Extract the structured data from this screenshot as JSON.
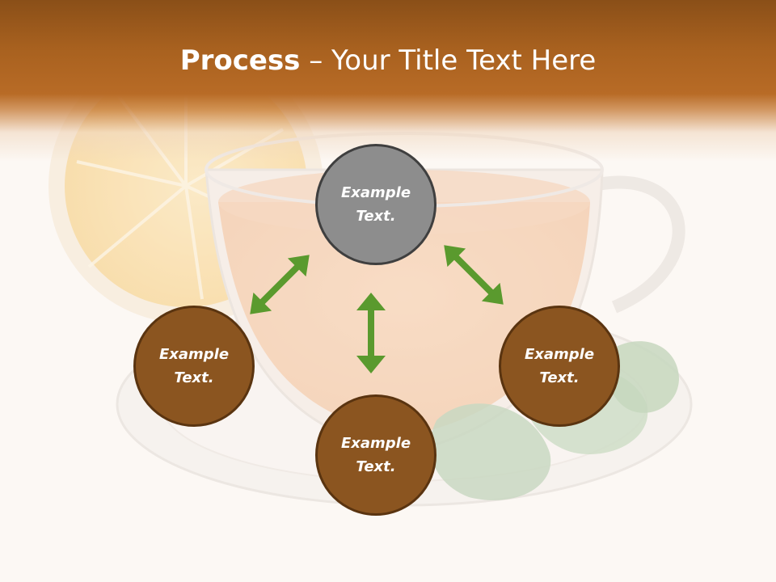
{
  "title": {
    "bold": "Process",
    "rest": " – Your Title Text Here"
  },
  "nodes": [
    {
      "id": "top",
      "label": "Example Text.",
      "color": "#8d8d8d"
    },
    {
      "id": "left",
      "label": "Example Text.",
      "color": "#8b5520"
    },
    {
      "id": "bottom",
      "label": "Example Text.",
      "color": "#8b5520"
    },
    {
      "id": "right",
      "label": "Example Text.",
      "color": "#8b5520"
    }
  ],
  "colors": {
    "header": "#a8611f",
    "arrow": "#5a9a2e",
    "node_brown": "#8b5520",
    "node_gray": "#8d8d8d"
  }
}
